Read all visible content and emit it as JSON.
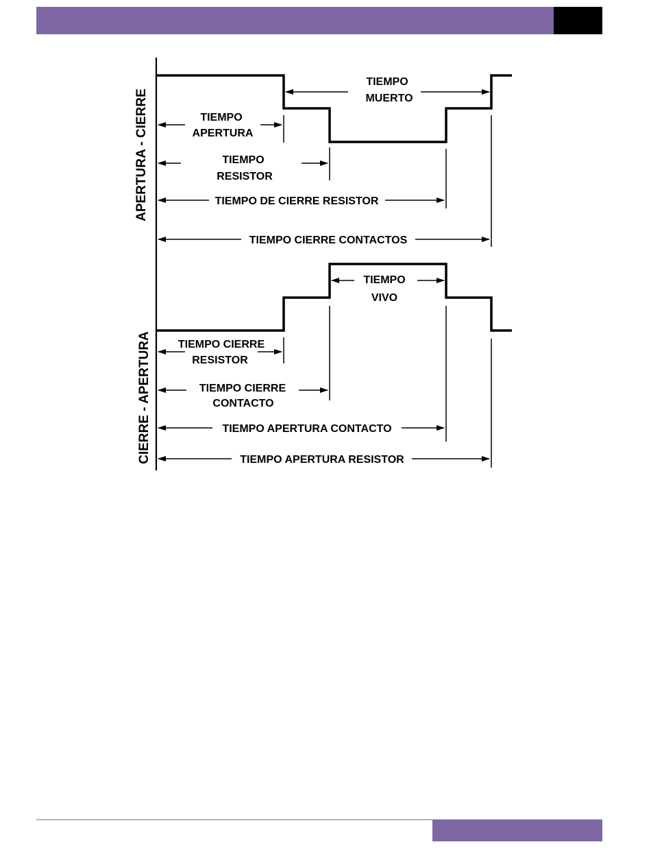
{
  "theme": {
    "accent": "#7e67a3",
    "header_block": "#000000",
    "ink": "#000000"
  },
  "diagram": {
    "side_top": "APERTURA - CIERRE",
    "side_bottom": "CIERRE - APERTURA",
    "top": {
      "dead_time": [
        "TIEMPO",
        "MUERTO"
      ],
      "opening_time": [
        "TIEMPO",
        "APERTURA"
      ],
      "resistor_time": [
        "TIEMPO",
        "RESISTOR"
      ],
      "resistor_close_time": "TIEMPO DE CIERRE RESISTOR",
      "contacts_close_time": "TIEMPO CIERRE CONTACTOS"
    },
    "bottom": {
      "live_time": [
        "TIEMPO",
        "VIVO"
      ],
      "resistor_close_time": [
        "TIEMPO CIERRE",
        "RESISTOR"
      ],
      "contact_close_time": [
        "TIEMPO CIERRE",
        "CONTACTO"
      ],
      "contact_open_time": "TIEMPO APERTURA CONTACTO",
      "resistor_open_time": "TIEMPO APERTURA RESISTOR"
    }
  }
}
